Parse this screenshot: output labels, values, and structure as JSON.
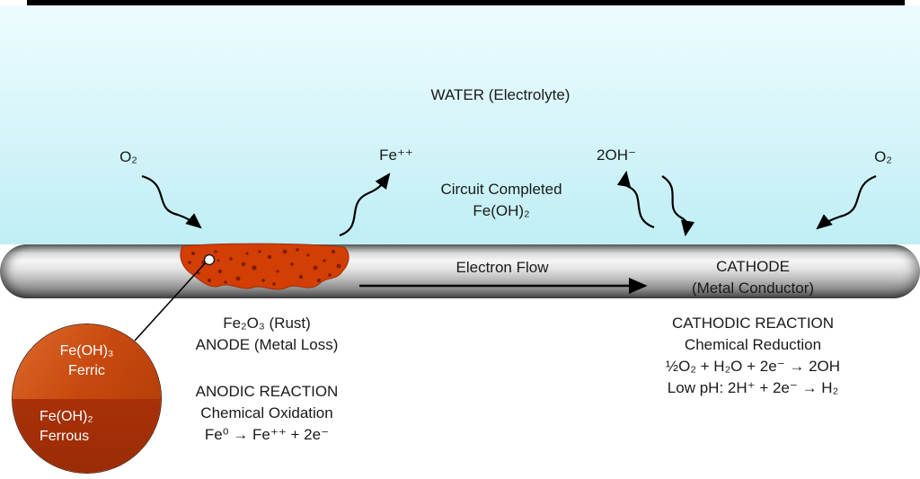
{
  "diagram": {
    "water_label": "WATER (Electrolyte)",
    "electrolyte_zone": {
      "o2_left": "O₂",
      "o2_right": "O₂",
      "ferrous_ion": "Fe⁺⁺",
      "hydroxide": "2OH⁻",
      "circuit_completed_line1": "Circuit Completed",
      "circuit_completed_line2": "Fe(OH)₂"
    },
    "pipe": {
      "electron_flow_label": "Electron Flow",
      "cathode_line1": "CATHODE",
      "cathode_line2": "(Metal Conductor)"
    },
    "anode_side": {
      "rust_label": "Fe₂O₃ (Rust)",
      "anode_label": "ANODE (Metal Loss)",
      "reaction_title": "ANODIC REACTION",
      "reaction_type": "Chemical Oxidation",
      "equation": "Fe⁰ → Fe⁺⁺ + 2e⁻"
    },
    "cathode_side": {
      "reaction_title": "CATHODIC REACTION",
      "reaction_type": "Chemical Reduction",
      "equation1": "½O₂ + H₂O + 2e⁻ → 2OH",
      "equation2": "Low pH: 2H⁺ + 2e⁻ → H₂"
    },
    "inset": {
      "ferric_compound": "Fe(OH)₃",
      "ferric_label": "Ferric",
      "ferrous_compound": "Fe(OH)₂",
      "ferrous_label": "Ferrous"
    },
    "colors": {
      "water_top": "#edfcfe",
      "water_bottom": "#bfeef5",
      "rust_fill": "#d23e04",
      "rust_speckle": "#7c1d00",
      "ferric_fill": "#c8490f",
      "ferrous_fill": "#9a2c06",
      "pipe_light": "#f6f6f6",
      "pipe_dark": "#4f4f4f",
      "arrow_color": "#000000"
    }
  }
}
